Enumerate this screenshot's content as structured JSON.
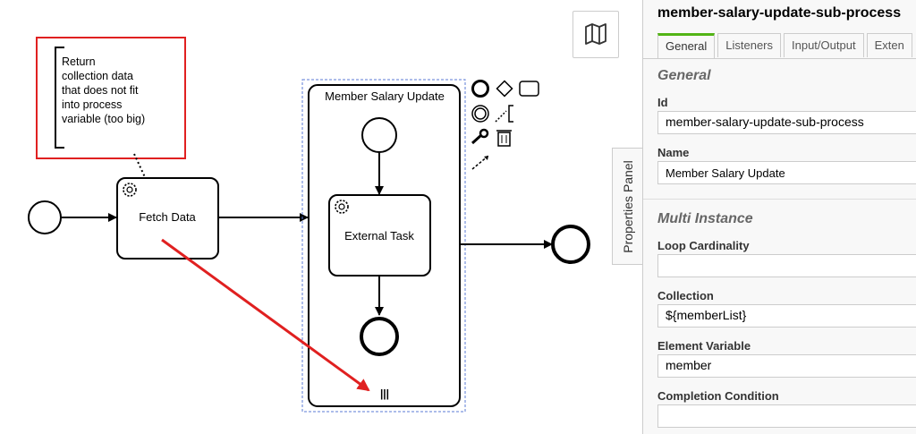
{
  "diagram": {
    "annotation_text": [
      "Return",
      "collection data",
      "that does not fit",
      "into process",
      "variable (too big)"
    ],
    "fetch_task_label": "Fetch Data",
    "subprocess_label": "Member Salary Update",
    "external_task_label": "External Task",
    "multi_instance_marker": "|||"
  },
  "annotation_highlight_color": "#e02020",
  "arrow_color": "#e02020",
  "selection_color": "#5b7bd5",
  "map_button": {
    "icon": "map-icon"
  },
  "properties_panel": {
    "toggle_label": "Properties Panel",
    "title": "member-salary-update-sub-process",
    "tabs": [
      {
        "label": "General",
        "active": true
      },
      {
        "label": "Listeners",
        "active": false
      },
      {
        "label": "Input/Output",
        "active": false
      },
      {
        "label": "Exten",
        "active": false
      }
    ],
    "accent_color": "#52b415",
    "general": {
      "heading": "General",
      "id_label": "Id",
      "id_value": "member-salary-update-sub-process",
      "name_label": "Name",
      "name_value": "Member Salary Update"
    },
    "multi_instance": {
      "heading": "Multi Instance",
      "loop_cardinality_label": "Loop Cardinality",
      "loop_cardinality_value": "",
      "collection_label": "Collection",
      "collection_value": "${memberList}",
      "element_variable_label": "Element Variable",
      "element_variable_value": "member",
      "completion_condition_label": "Completion Condition",
      "completion_condition_value": ""
    }
  }
}
